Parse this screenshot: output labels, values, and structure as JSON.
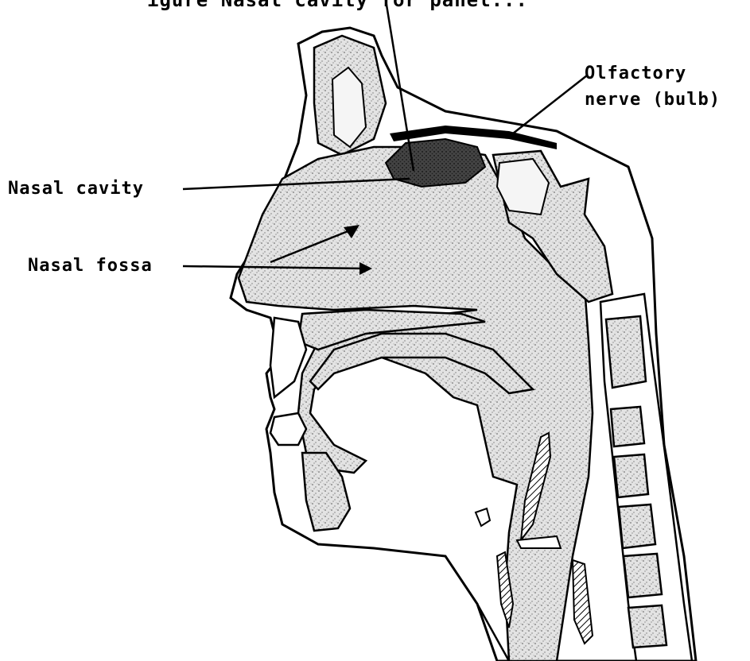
{
  "figure": {
    "title_fragment": "igure    Nasal cavity for panel..."
  },
  "labels": {
    "olfactory_line1": "Olfactory",
    "olfactory_line2": "nerve (bulb)",
    "nasal_cavity": "Nasal cavity",
    "nasal_fossa": "Nasal fossa"
  },
  "colors": {
    "ink": "#000000",
    "tissue": "#e6e6e6",
    "paper": "#ffffff"
  }
}
